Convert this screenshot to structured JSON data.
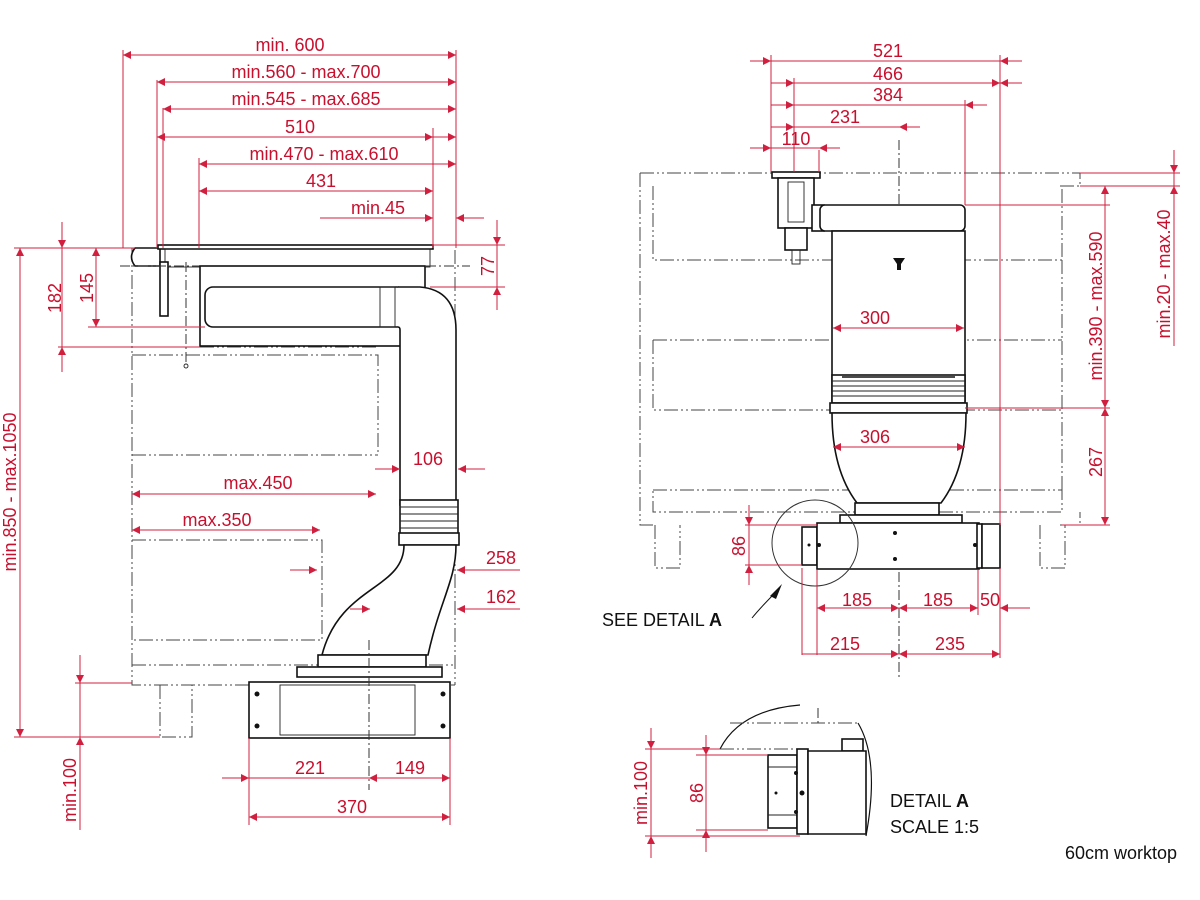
{
  "drawing": {
    "caption": "60cm worktop",
    "accent_color": "#c8102e",
    "side_view": {
      "horizontal_dimensions": [
        {
          "label": "min. 600"
        },
        {
          "label": "min.560 - max.700"
        },
        {
          "label": "min.545 - max.685"
        },
        {
          "label": "510"
        },
        {
          "label": "min.470 - max.610"
        },
        {
          "label": "431"
        },
        {
          "label": "min.45"
        },
        {
          "label": "106"
        },
        {
          "label": "max.450"
        },
        {
          "label": "max.350"
        },
        {
          "label": "258"
        },
        {
          "label": "162"
        },
        {
          "label": "221"
        },
        {
          "label": "149"
        },
        {
          "label": "370"
        }
      ],
      "vertical_dimensions": [
        {
          "label": "182"
        },
        {
          "label": "145"
        },
        {
          "label": "77"
        },
        {
          "label": "min.850 - max.1050"
        },
        {
          "label": "min.100"
        }
      ]
    },
    "front_view": {
      "horizontal_dimensions": [
        {
          "label": "521"
        },
        {
          "label": "466"
        },
        {
          "label": "384"
        },
        {
          "label": "231"
        },
        {
          "label": "110"
        },
        {
          "label": "300"
        },
        {
          "label": "306"
        },
        {
          "label": "185"
        },
        {
          "label": "185"
        },
        {
          "label": "50"
        },
        {
          "label": "215"
        },
        {
          "label": "235"
        }
      ],
      "vertical_dimensions": [
        {
          "label": "min.20 - max.40"
        },
        {
          "label": "min.390 - max.590"
        },
        {
          "label": "267"
        },
        {
          "label": "86"
        }
      ],
      "callout": {
        "prefix": "SEE DETAIL ",
        "ref": "A"
      }
    },
    "detail": {
      "title_prefix": "DETAIL ",
      "title_ref": "A",
      "scale": "SCALE 1:5",
      "vertical_dimensions": [
        {
          "label": "min.100"
        },
        {
          "label": "86"
        }
      ]
    }
  }
}
